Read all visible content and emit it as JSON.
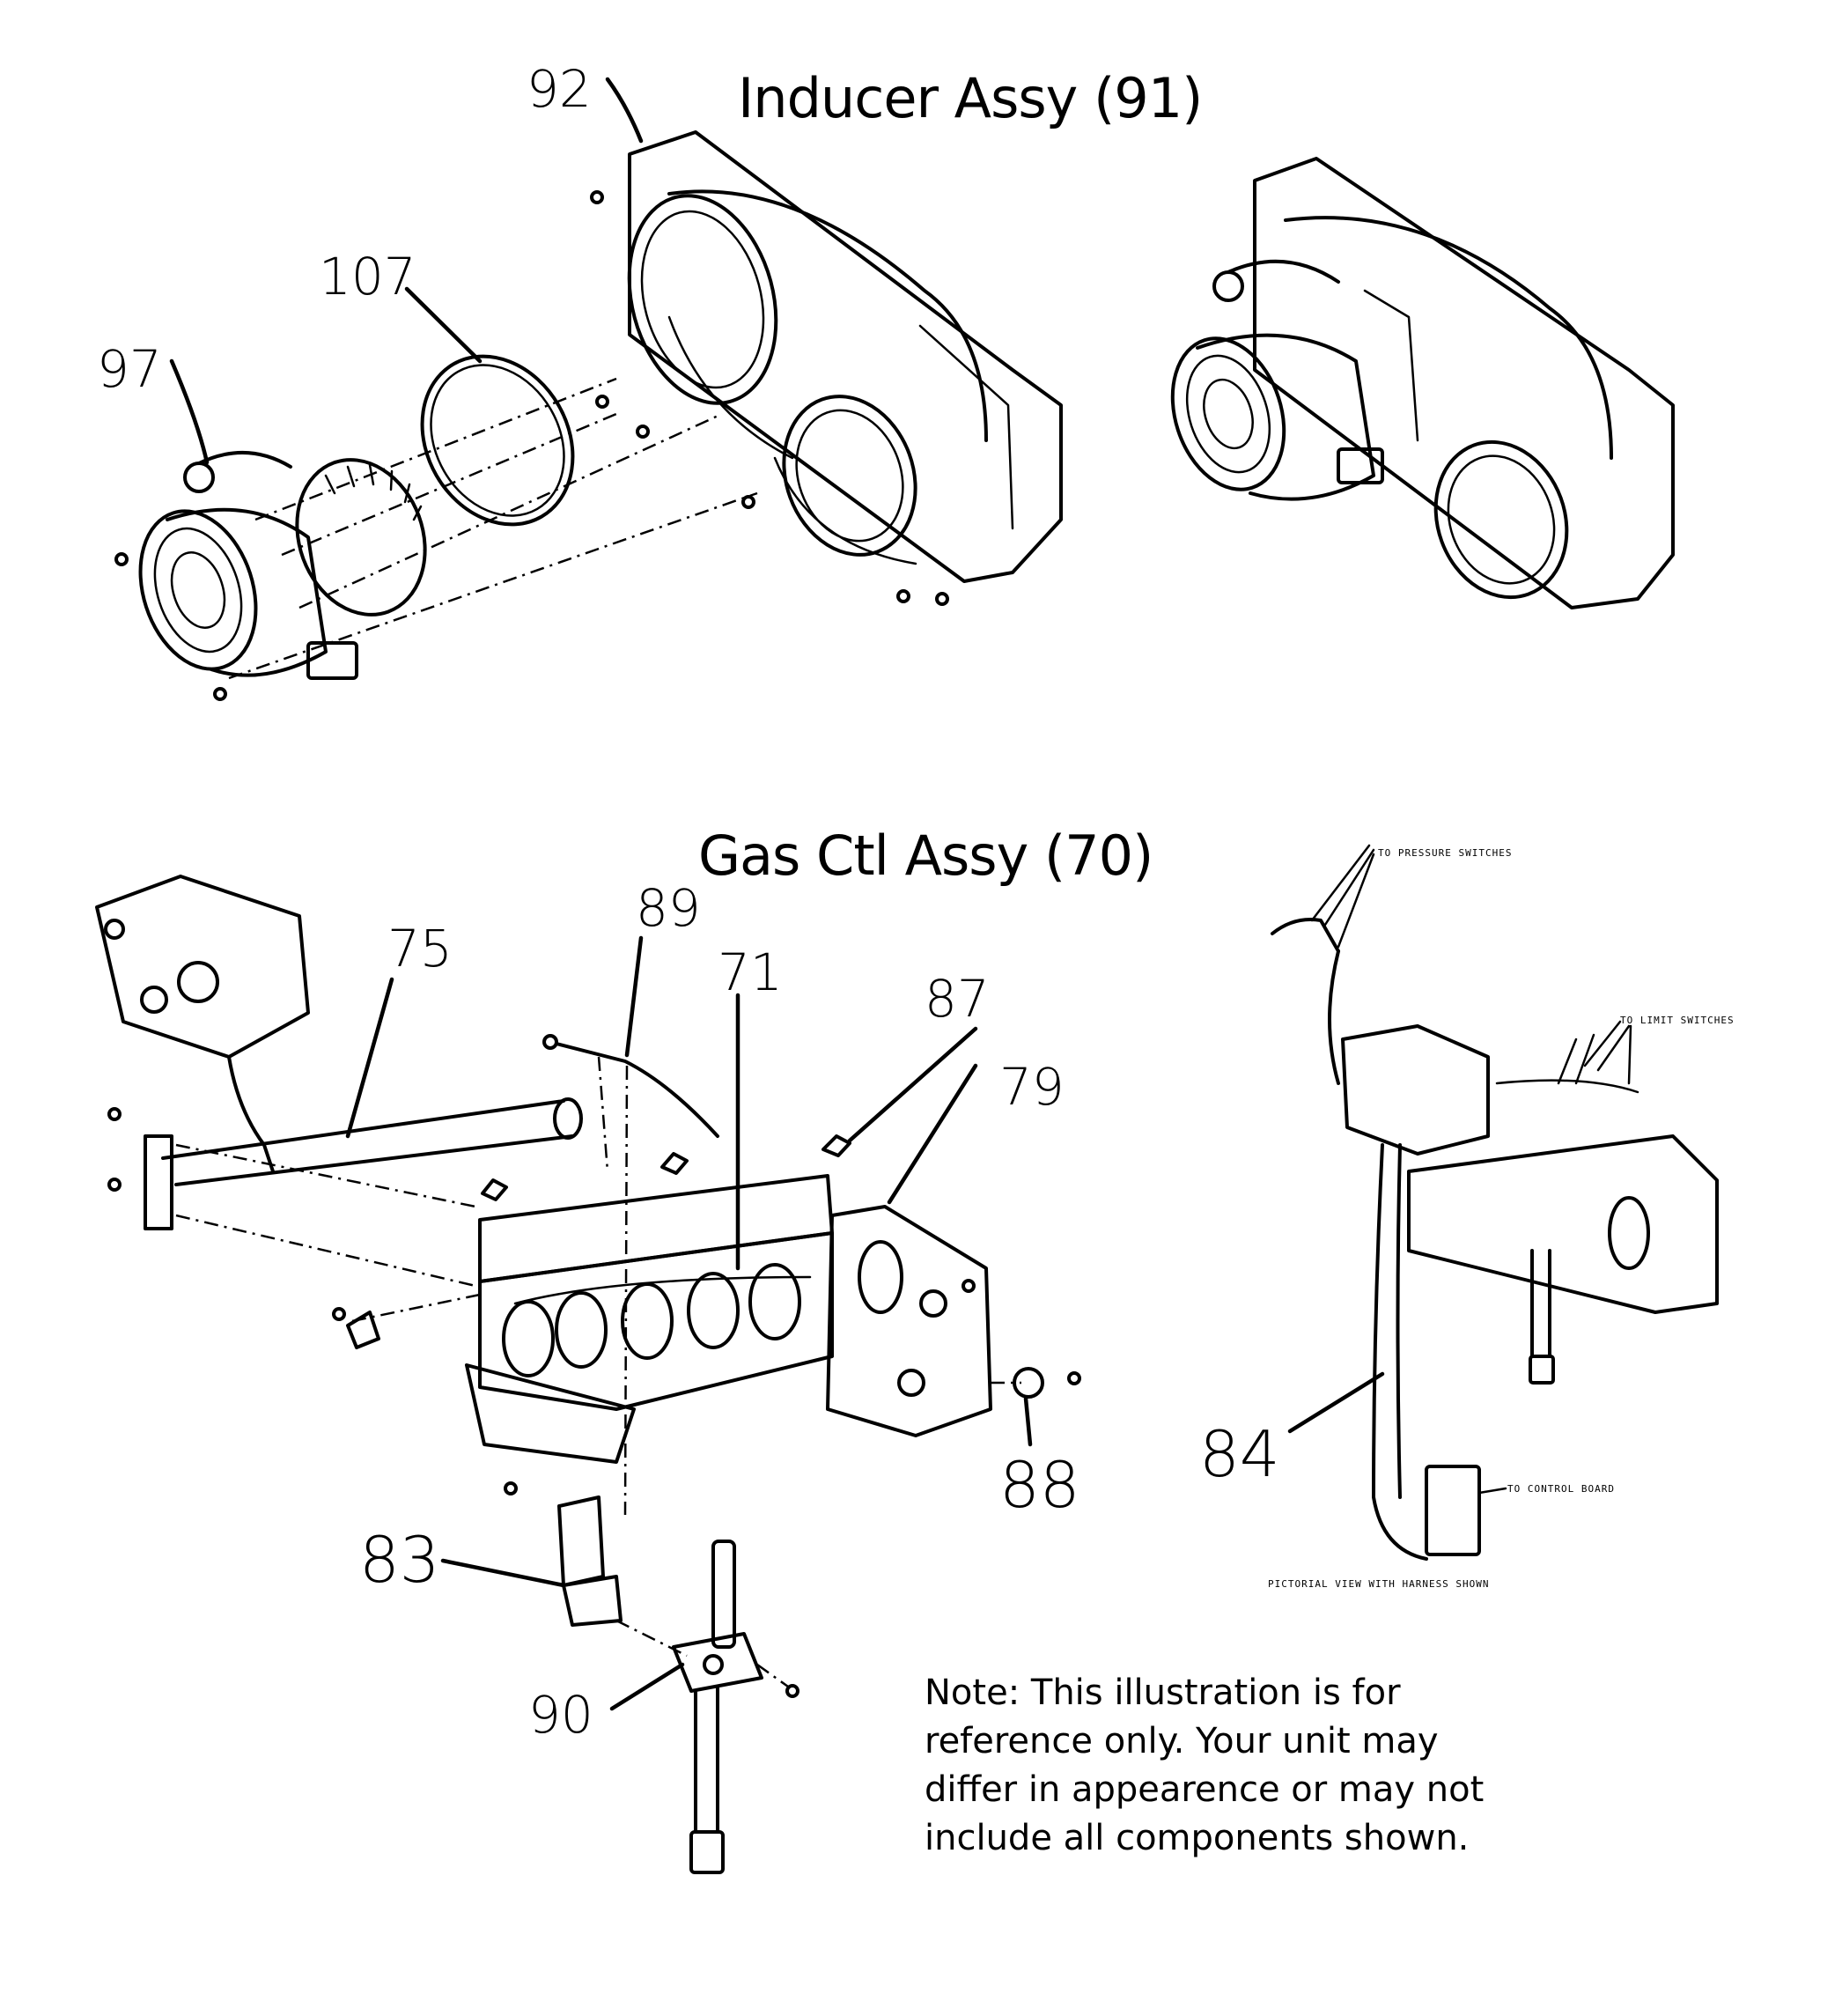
{
  "headings": {
    "inducer": "Inducer Assy (91)",
    "gas_control": "Gas Ctl Assy (70)"
  },
  "callouts": {
    "p92": "92",
    "p107": "107",
    "p97": "97",
    "p75": "75",
    "p89": "89",
    "p71": "71",
    "p87": "87",
    "p79": "79",
    "p88": "88",
    "p84": "84",
    "p83": "83",
    "p90": "90"
  },
  "harness_labels": {
    "pressure_switches": "TO PRESSURE SWITCHES",
    "limit_switches": "TO LIMIT SWITCHES",
    "control_board": "TO CONTROL BOARD",
    "pictorial_caption": "PICTORIAL VIEW WITH HARNESS SHOWN"
  },
  "note": {
    "lines": [
      "Note: This illustration is for",
      "reference only. Your unit may",
      "differ in appearence or may not",
      "include all components shown."
    ]
  }
}
